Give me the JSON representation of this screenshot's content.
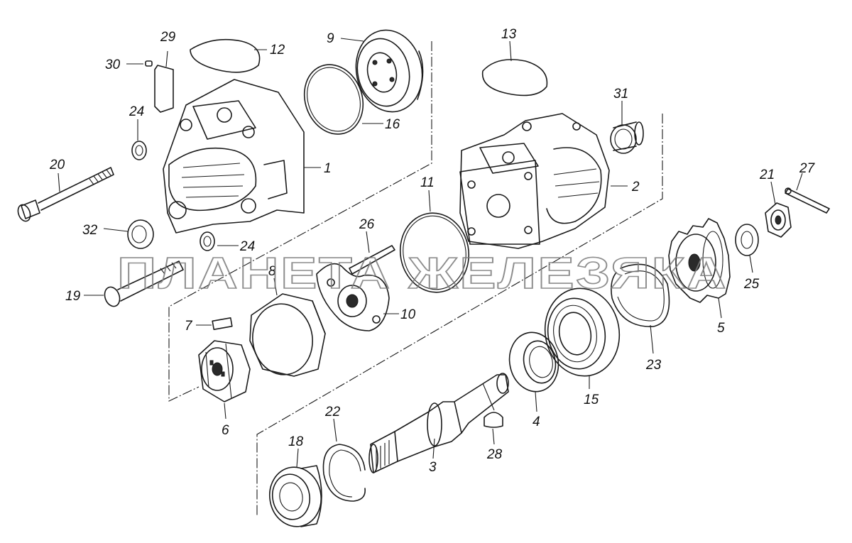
{
  "watermark": "ПЛАНЕТА ЖЕЛЕЗЯКА",
  "callouts": {
    "n1": "1",
    "n2": "2",
    "n3": "3",
    "n4": "4",
    "n5": "5",
    "n6": "6",
    "n7": "7",
    "n8": "8",
    "n9": "9",
    "n10": "10",
    "n11": "11",
    "n12": "12",
    "n13": "13",
    "n15": "15",
    "n16": "16",
    "n18": "18",
    "n19": "19",
    "n20": "20",
    "n21": "21",
    "n22": "22",
    "n23": "23",
    "n24a": "24",
    "n24b": "24",
    "n25": "25",
    "n26": "26",
    "n27": "27",
    "n28": "28",
    "n29": "29",
    "n30": "30",
    "n31": "31",
    "n32": "32"
  }
}
